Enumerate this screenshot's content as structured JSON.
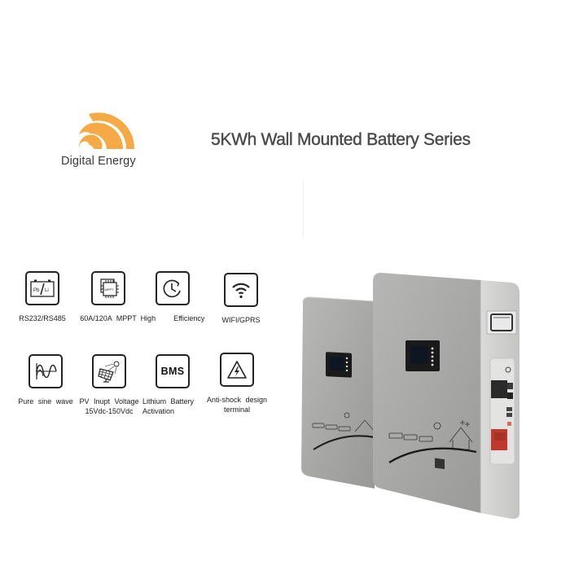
{
  "brand": {
    "name": "Digital Energy",
    "logo_icon": "sun-arc-logo-icon",
    "accent_color": "#F5AA45"
  },
  "header": {
    "title": "5KWh Wall Mounted Battery Series"
  },
  "features": [
    {
      "icon": "pb-li-battery-icon",
      "label": "RS232/RS485"
    },
    {
      "icon": "mppt-chip-icon",
      "icon_text": "MPPT",
      "label": "60A/120A MPPT"
    },
    {
      "icon": "clock-cycle-icon",
      "label": "High    Efficiency"
    },
    {
      "icon": "wifi-icon",
      "label": "WIFI/GPRS"
    },
    {
      "icon": "sine-wave-icon",
      "label": "Pure sine wave"
    },
    {
      "icon": "solar-panel-icon",
      "label": "PV Inupt Voltage 15Vdc-150Vdc"
    },
    {
      "icon": "bms-icon",
      "icon_text": "BMS",
      "label": "Lithium Battery Activation"
    },
    {
      "icon": "high-voltage-warning-icon",
      "label": "Anti-shock design terminal"
    }
  ],
  "battery_icon_text": {
    "left": "Pb",
    "right": "Li"
  },
  "product": {
    "units": 2,
    "body_color": "#A9AAA8",
    "side_color": "#D3D4D2",
    "terminal_positive_color": "#C0392B"
  }
}
